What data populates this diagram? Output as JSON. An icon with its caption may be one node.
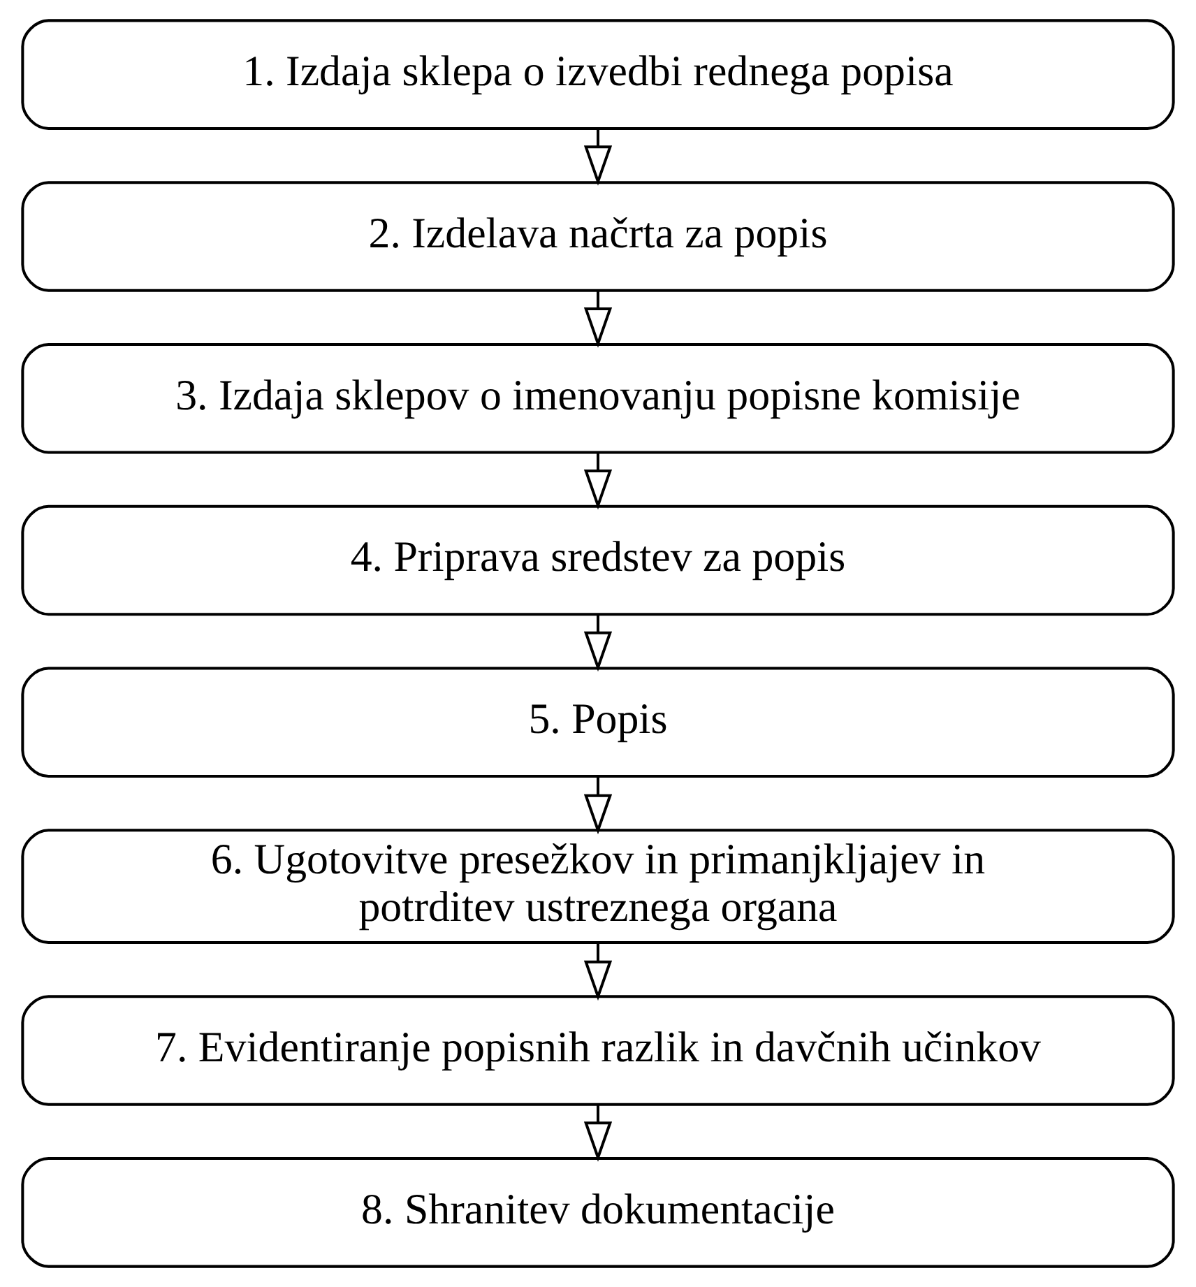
{
  "diagram": {
    "nodes": [
      {
        "text": [
          "1. Izdaja sklepa o izvedbi rednega popisa"
        ]
      },
      {
        "text": [
          "2. Izdelava načrta za popis"
        ]
      },
      {
        "text": [
          "3. Izdaja sklepov o imenovanju popisne komisije"
        ]
      },
      {
        "text": [
          "4. Priprava sredstev za popis"
        ]
      },
      {
        "text": [
          "5. Popis"
        ]
      },
      {
        "text": [
          "6. Ugotovitve presežkov in primanjkljajev in potrditev ustreznega organa"
        ]
      },
      {
        "text": [
          "7. Evidentiranje popisnih razlik in davčnih učinkov"
        ]
      },
      {
        "text": [
          "8. Shranitev dokumentacije"
        ]
      }
    ],
    "edges": [
      {
        "from": 0,
        "to": 1,
        "arrow": "to"
      },
      {
        "from": 1,
        "to": 2,
        "arrow": "to"
      },
      {
        "from": 2,
        "to": 3,
        "arrow": "to"
      },
      {
        "from": 3,
        "to": 4,
        "arrow": "to"
      },
      {
        "from": 4,
        "to": 5,
        "arrow": "to"
      },
      {
        "from": 5,
        "to": 6,
        "arrow": "to"
      },
      {
        "from": 6,
        "to": 7,
        "arrow": "to"
      }
    ]
  }
}
